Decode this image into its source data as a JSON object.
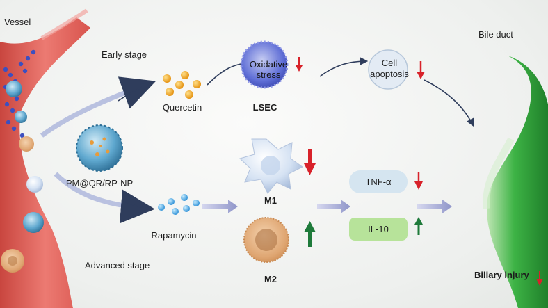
{
  "labels": {
    "vessel": "Vessel",
    "bile_duct": "Bile duct",
    "early_stage": "Early stage",
    "advanced_stage": "Advanced stage",
    "quercetin": "Quercetin",
    "rapamycin": "Rapamycin",
    "nanoparticle": "PM@QR/RP-NP",
    "oxidative_stress_line1": "Oxidative",
    "oxidative_stress_line2": "stress",
    "lsec": "LSEC",
    "cell_apoptosis_line1": "Cell",
    "cell_apoptosis_line2": "apoptosis",
    "m1": "M1",
    "m2": "M2",
    "tnf": "TNF-α",
    "il10": "IL-10",
    "biliary_injury": "Biliary injury"
  },
  "colors": {
    "vessel": "#e4655e",
    "bile_duct": "#2fa43a",
    "down_arrow": "#d8222a",
    "up_arrow": "#1e7a3a",
    "flow_arrow": "#2f3d5c",
    "quercetin": "#f0a418",
    "rapamycin": "#3f9ee0",
    "tnf_box": "#d5e5f0",
    "il10_box": "#b7e39a"
  },
  "indicators": {
    "oxidative_stress": "down",
    "cell_apoptosis": "down",
    "m1": "down",
    "m2": "up",
    "tnf": "down",
    "il10": "up",
    "biliary_injury": "down"
  }
}
